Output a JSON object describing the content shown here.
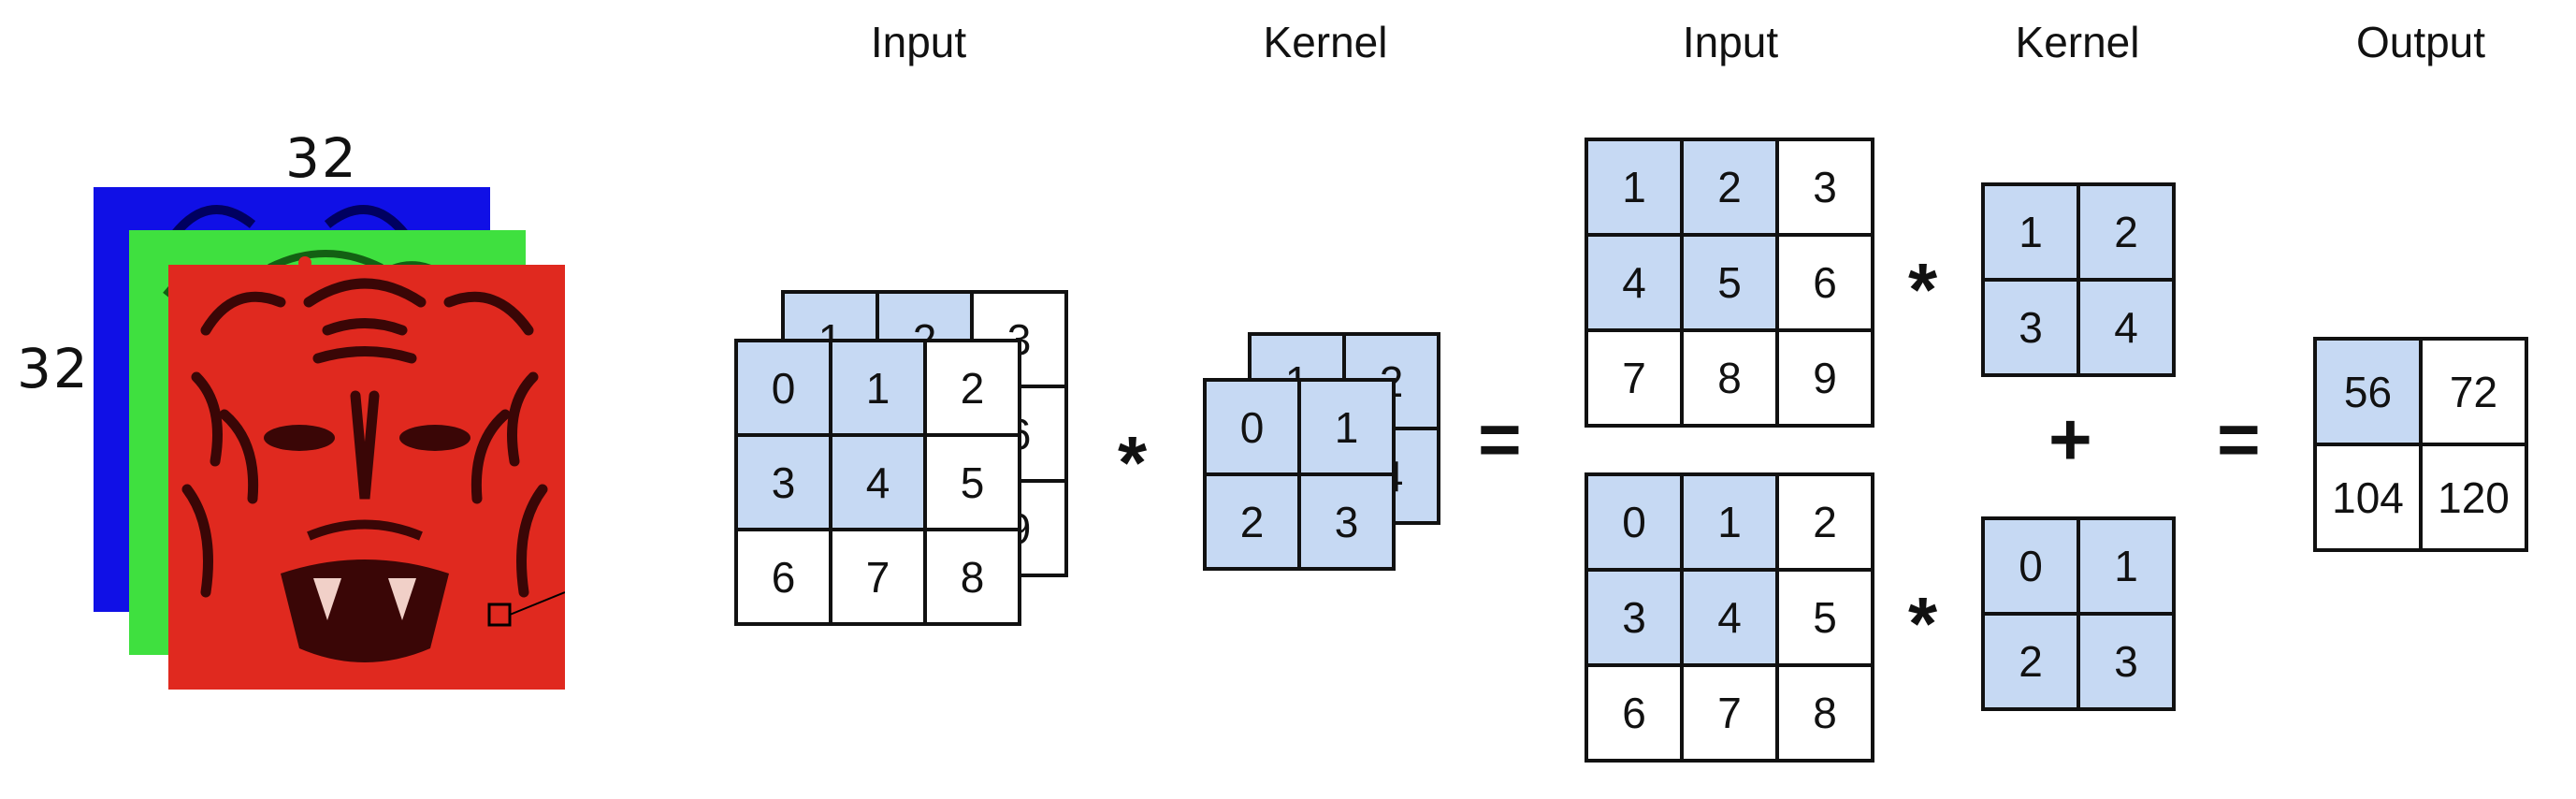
{
  "headers": {
    "input_left": "Input",
    "kernel_left": "Kernel",
    "input_right": "Input",
    "kernel_right": "Kernel",
    "output": "Output"
  },
  "image_dims": {
    "width_label": "32",
    "height_label": "32"
  },
  "channel_colors": {
    "blue": "#1010e6",
    "green": "#3fe03f",
    "red": "#e0291f"
  },
  "highlight_color": "#c6d9f3",
  "input_channels": [
    {
      "values": [
        [
          1,
          2,
          3
        ],
        [
          4,
          5,
          6
        ],
        [
          7,
          8,
          9
        ]
      ]
    },
    {
      "values": [
        [
          0,
          1,
          2
        ],
        [
          3,
          4,
          5
        ],
        [
          6,
          7,
          8
        ]
      ]
    }
  ],
  "kernel_channels": [
    {
      "values": [
        [
          1,
          2
        ],
        [
          3,
          4
        ]
      ]
    },
    {
      "values": [
        [
          0,
          1
        ],
        [
          2,
          3
        ]
      ]
    }
  ],
  "output": {
    "values": [
      [
        56,
        72
      ],
      [
        104,
        120
      ]
    ]
  },
  "operators": {
    "conv": "*",
    "equals": "=",
    "plus": "+"
  }
}
